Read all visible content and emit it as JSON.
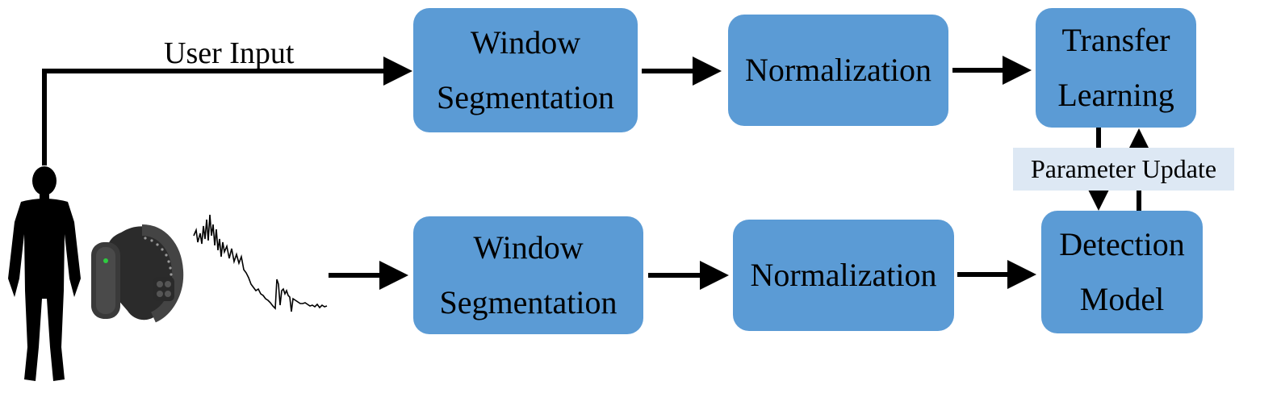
{
  "top_path": {
    "input_label": "User Input",
    "steps": [
      {
        "lines": [
          "Window",
          "Segmentation"
        ]
      },
      {
        "lines": [
          "Normalization"
        ]
      },
      {
        "lines": [
          "Transfer",
          "Learning"
        ]
      }
    ]
  },
  "bottom_path": {
    "steps": [
      {
        "lines": [
          "Window",
          "Segmentation"
        ]
      },
      {
        "lines": [
          "Normalization"
        ]
      },
      {
        "lines": [
          "Detection",
          "Model"
        ]
      }
    ]
  },
  "feedback_label": "Parameter Update",
  "colors": {
    "box_fill": "#5b9bd5",
    "feedback_fill": "#dde8f4",
    "arrow": "#000000"
  },
  "icons": [
    "person-silhouette-icon",
    "wristband-sensor-icon",
    "signal-waveform-icon"
  ]
}
